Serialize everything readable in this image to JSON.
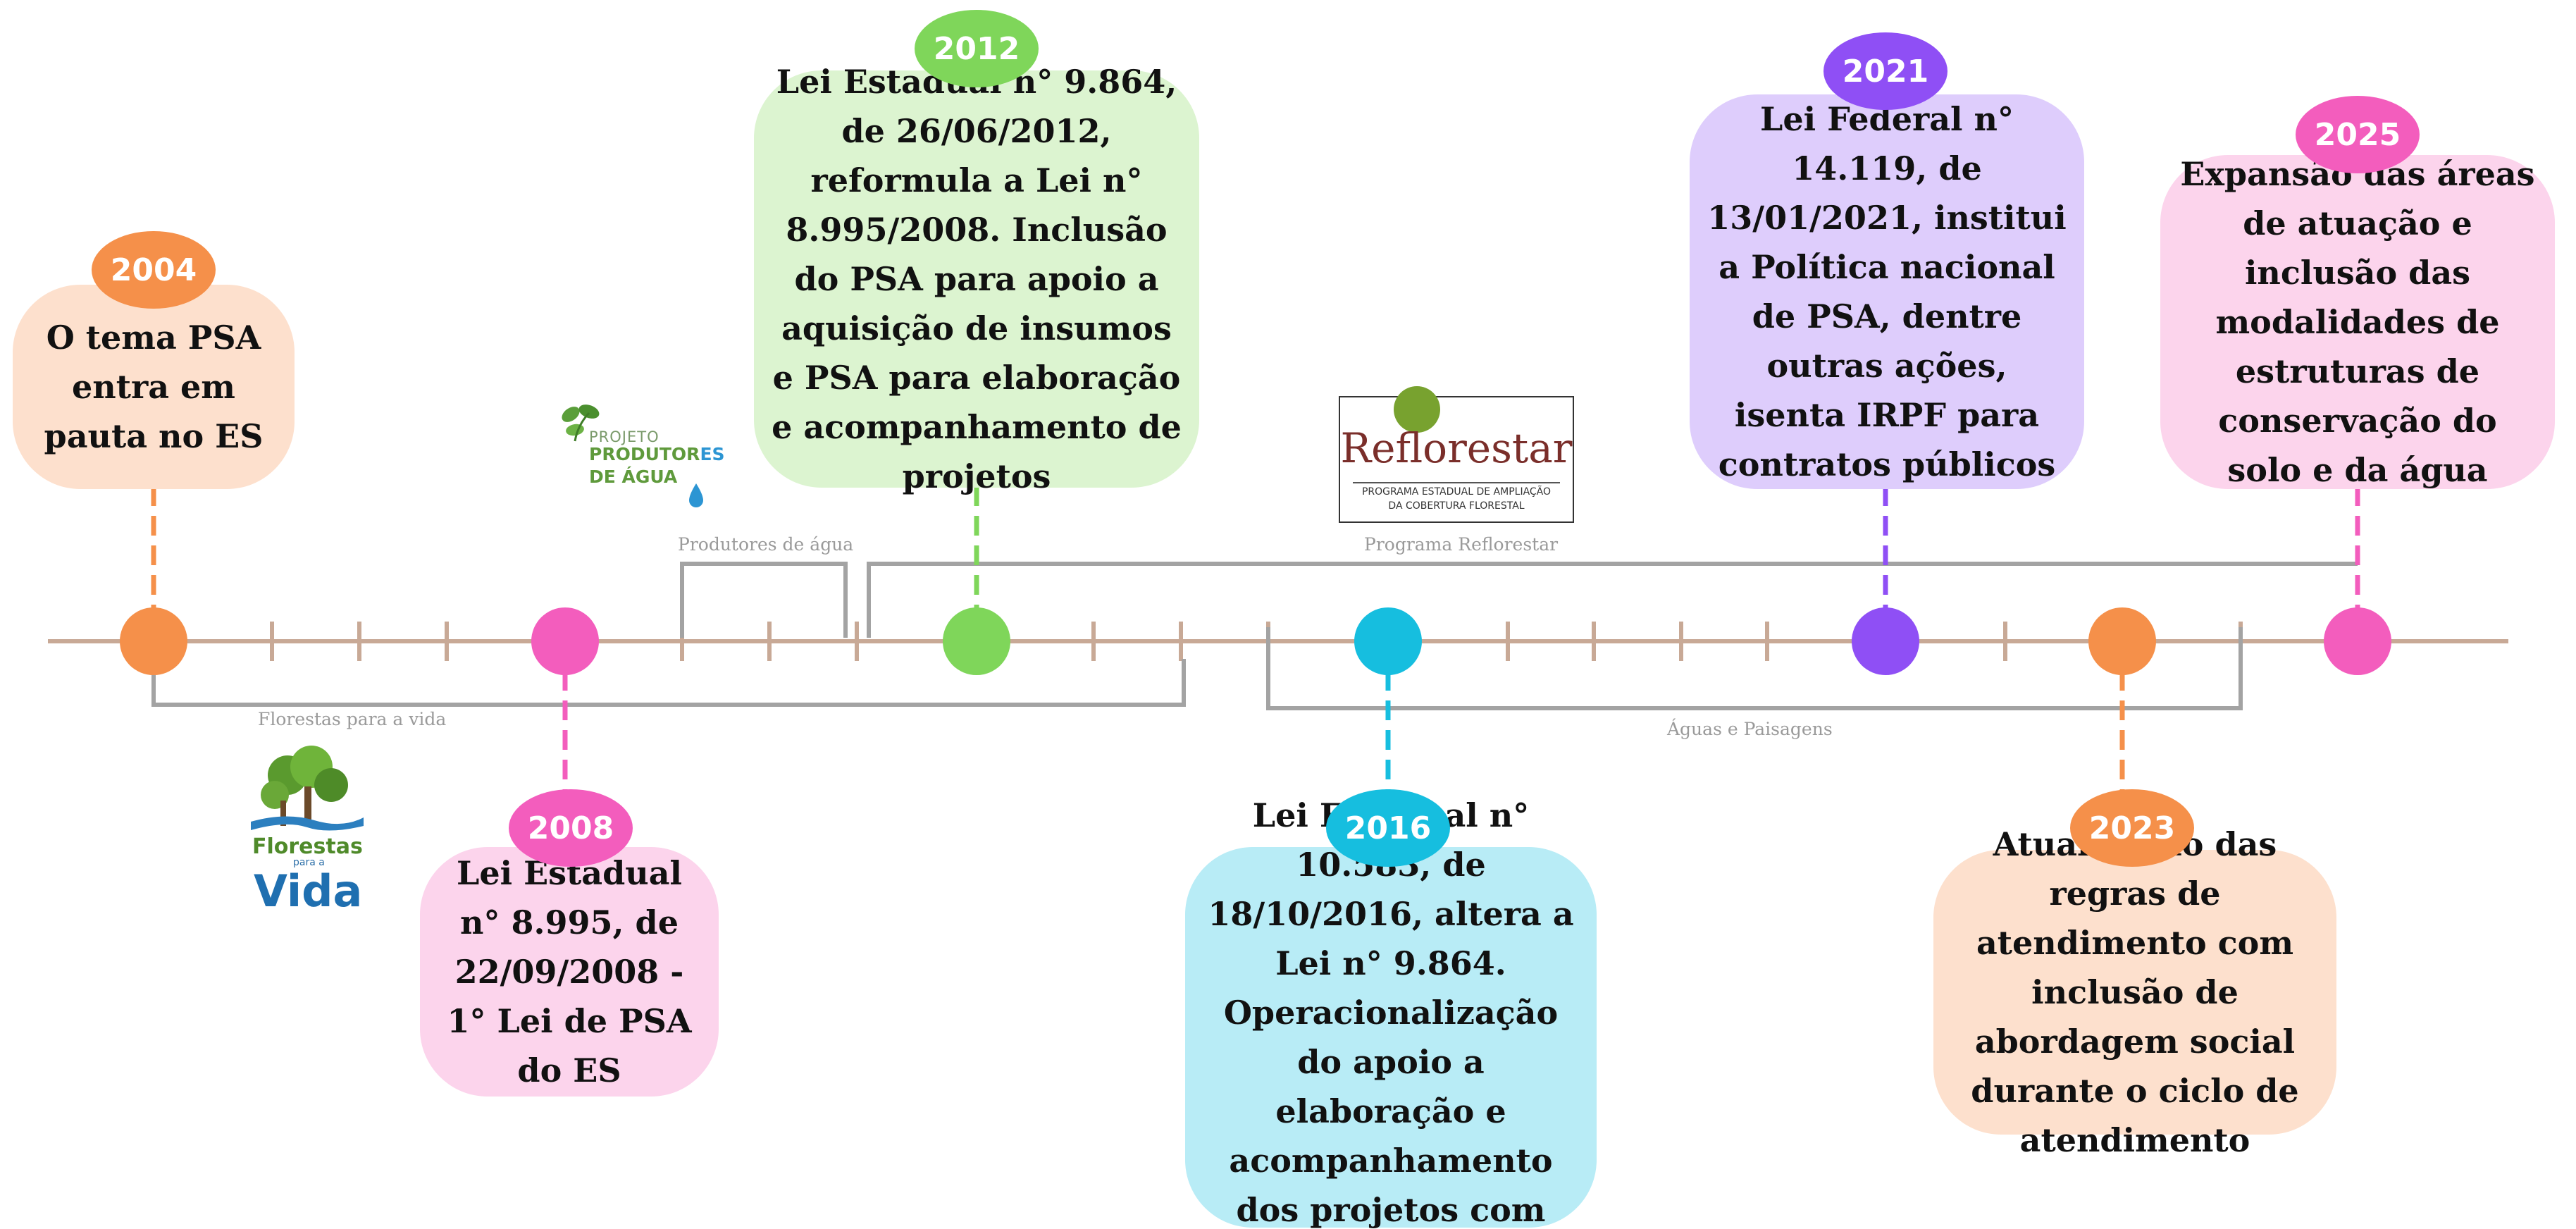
{
  "colors": {
    "axis": "#c8a996",
    "bracket": "#a3a3a3",
    "orange": "#f5904a",
    "orange_light": "#fde0cd",
    "pink": "#f35dbd",
    "pink_light": "#fcd4ec",
    "green": "#7fd65a",
    "green_light": "#dcf4d0",
    "cyan": "#16bedf",
    "cyan_light": "#b8ecf6",
    "purple": "#8f4ff5",
    "purple_light": "#decdfc"
  },
  "events": [
    {
      "year": "2004",
      "color": "orange",
      "text": "O tema PSA entra em pauta no ES"
    },
    {
      "year": "2008",
      "color": "pink",
      "text": "Lei Estadual n° 8.995, de 22/09/2008 - 1° Lei de PSA do ES"
    },
    {
      "year": "2012",
      "color": "green",
      "text": "Lei  Estadual n° 9.864, de 26/06/2012, reformula a Lei n° 8.995/2008. Inclusão do PSA para apoio a aquisição de insumos e PSA para elaboração e acompanhamento de projetos"
    },
    {
      "year": "2016",
      "color": "cyan",
      "text": "Lei Estadual n° 10.583, de 18/10/2016, altera a Lei n° 9.864. Operacionalização do apoio a elaboração e acompanhamento dos projetos com BANDES"
    },
    {
      "year": "2021",
      "color": "purple",
      "text": "Lei Federal n° 14.119, de 13/01/2021, institui a Política nacional de PSA, dentre outras ações, isenta IRPF para contratos públicos"
    },
    {
      "year": "2023",
      "color": "orange",
      "text": "Atualização das regras de atendimento com inclusão de abordagem social durante o ciclo de atendimento"
    },
    {
      "year": "2025",
      "color": "pink",
      "text": "Expansão das áreas de atuação e inclusão das modalidades de estruturas de conservação do solo e da água"
    }
  ],
  "programs": [
    {
      "label": "Florestas para a vida"
    },
    {
      "label": "Produtores de água"
    },
    {
      "label": "Programa Reflorestar"
    },
    {
      "label": "Águas e Paisagens"
    }
  ],
  "logos": {
    "produtores": {
      "line1": "PROJETO",
      "line2": "PRODUTOR",
      "line2_accent": "ES",
      "line3": "DE ÁGUA"
    },
    "reflorestar": {
      "title": "Reflorestar",
      "subtitle_1": "PROGRAMA ESTADUAL DE AMPLIAÇÃO",
      "subtitle_2": "DA COBERTURA FLORESTAL"
    },
    "florestas": {
      "line1": "Florestas",
      "line2": "para a",
      "line3": "Vida"
    }
  }
}
